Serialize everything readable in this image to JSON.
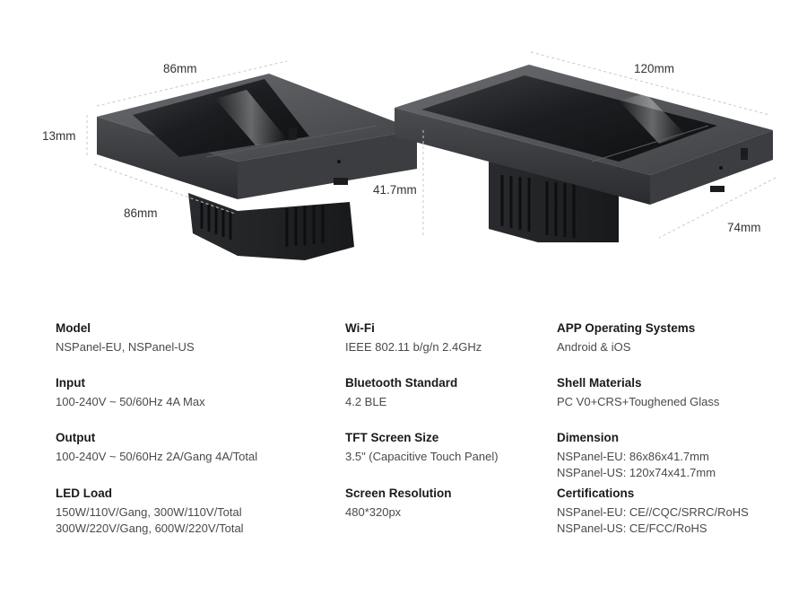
{
  "dimensions": {
    "left_width": "86mm",
    "left_height": "13mm",
    "left_depth": "86mm",
    "back_depth": "41.7mm",
    "right_width": "120mm",
    "right_depth": "74mm"
  },
  "specs": {
    "col1": [
      {
        "title": "Model",
        "lines": [
          "NSPanel-EU, NSPanel-US"
        ]
      },
      {
        "title": "Input",
        "lines": [
          "100-240V ~ 50/60Hz 4A Max"
        ]
      },
      {
        "title": "Output",
        "lines": [
          "100-240V ~ 50/60Hz 2A/Gang 4A/Total"
        ]
      },
      {
        "title": "LED Load",
        "lines": [
          "150W/110V/Gang, 300W/110V/Total",
          "300W/220V/Gang, 600W/220V/Total"
        ]
      }
    ],
    "col2": [
      {
        "title": "Wi-Fi",
        "lines": [
          "IEEE 802.11 b/g/n 2.4GHz"
        ]
      },
      {
        "title": "Bluetooth Standard",
        "lines": [
          "4.2 BLE"
        ]
      },
      {
        "title": "TFT Screen Size",
        "lines": [
          "3.5\" (Capacitive Touch Panel)"
        ]
      },
      {
        "title": "Screen Resolution",
        "lines": [
          "480*320px"
        ]
      }
    ],
    "col3": [
      {
        "title": "APP Operating Systems",
        "lines": [
          "Android & iOS"
        ]
      },
      {
        "title": "Shell Materials",
        "lines": [
          "PC V0+CRS+Toughened Glass"
        ]
      },
      {
        "title": "Dimension",
        "lines": [
          "NSPanel-EU: 86x86x41.7mm",
          "NSPanel-US: 120x74x41.7mm"
        ]
      },
      {
        "title": "Certifications",
        "lines": [
          "NSPanel-EU: CE//CQC/SRRC/RoHS",
          "NSPanel-US: CE/FCC/RoHS"
        ]
      }
    ]
  }
}
